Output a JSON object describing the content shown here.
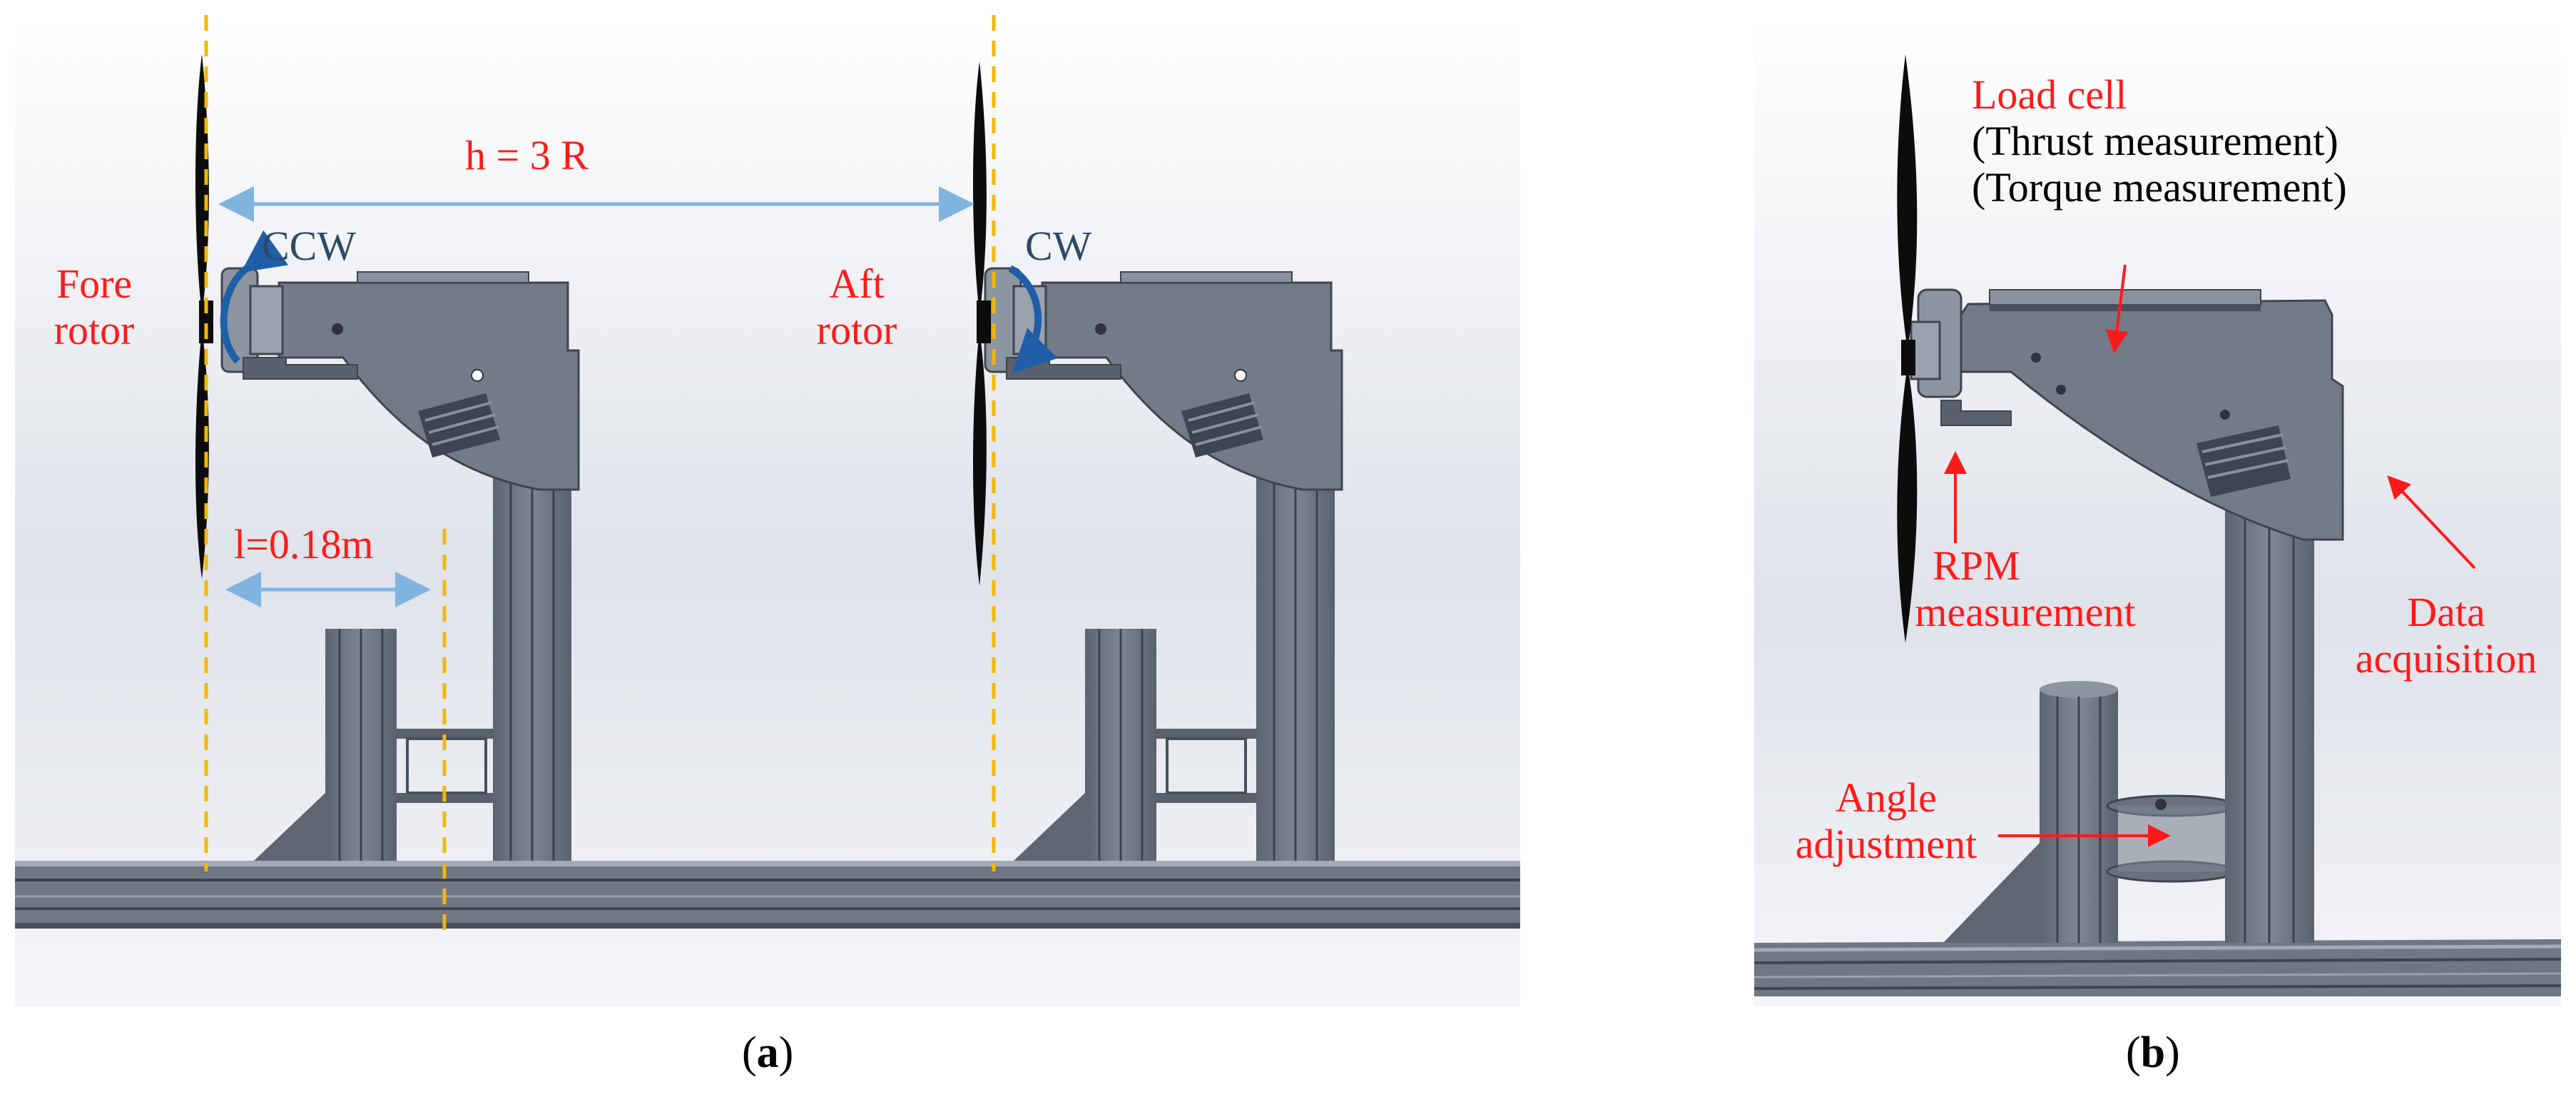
{
  "panel_a": {
    "label_fore_rotor_line1": "Fore",
    "label_fore_rotor_line2": "rotor",
    "label_aft_rotor_line1": "Aft",
    "label_aft_rotor_line2": "rotor",
    "rotation_fore": "CCW",
    "rotation_aft": "CW",
    "dimension_h": "h = 3 R",
    "dimension_l": "l=0.18m",
    "caption_letter": "a"
  },
  "panel_b": {
    "label_load_cell": "Load cell",
    "label_thrust": "(Thrust measurement)",
    "label_torque": "(Torque measurement)",
    "label_rpm_line1": "RPM",
    "label_rpm_line2": "measurement",
    "label_daq_line1": "Data",
    "label_daq_line2": "acquisition",
    "label_angle_line1": "Angle",
    "label_angle_line2": "adjustment",
    "caption_letter": "b"
  },
  "colors": {
    "annotation_red": "#ff1a1a",
    "guide_orange": "#f5b800",
    "dimension_blue": "#7fb4e0",
    "rotation_arrow_blue": "#1f5fa8",
    "structure_gray": "#6f7784"
  }
}
